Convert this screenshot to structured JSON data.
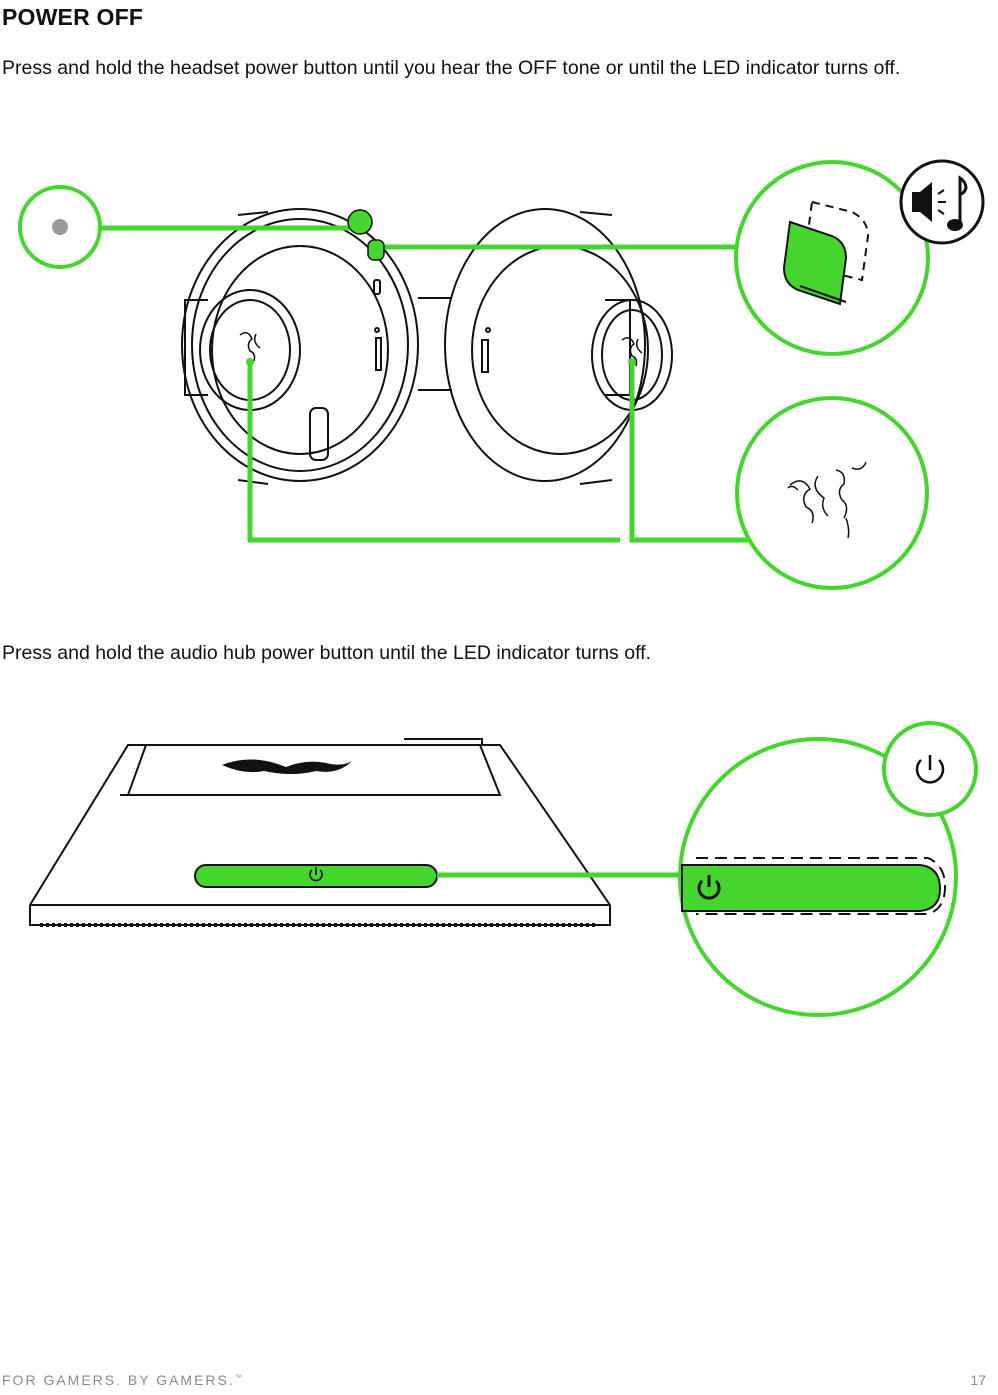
{
  "section": {
    "title": "POWER OFF"
  },
  "instructions": {
    "headset": "Press and hold the headset power button until you hear the OFF tone or until the LED indicator turns off.",
    "audio_hub": "Press and hold the audio hub power button until the LED indicator turns off."
  },
  "colors": {
    "accent": "#44d62c",
    "line": "#111111",
    "led_grey": "#9a9a9a"
  },
  "icons": {
    "tone": "speaker-music-note-icon",
    "power": "power-icon",
    "logo": "razer-logo-icon"
  },
  "footer": {
    "tagline": "FOR GAMERS. BY GAMERS.",
    "trademark": "™",
    "page_number": "17"
  }
}
